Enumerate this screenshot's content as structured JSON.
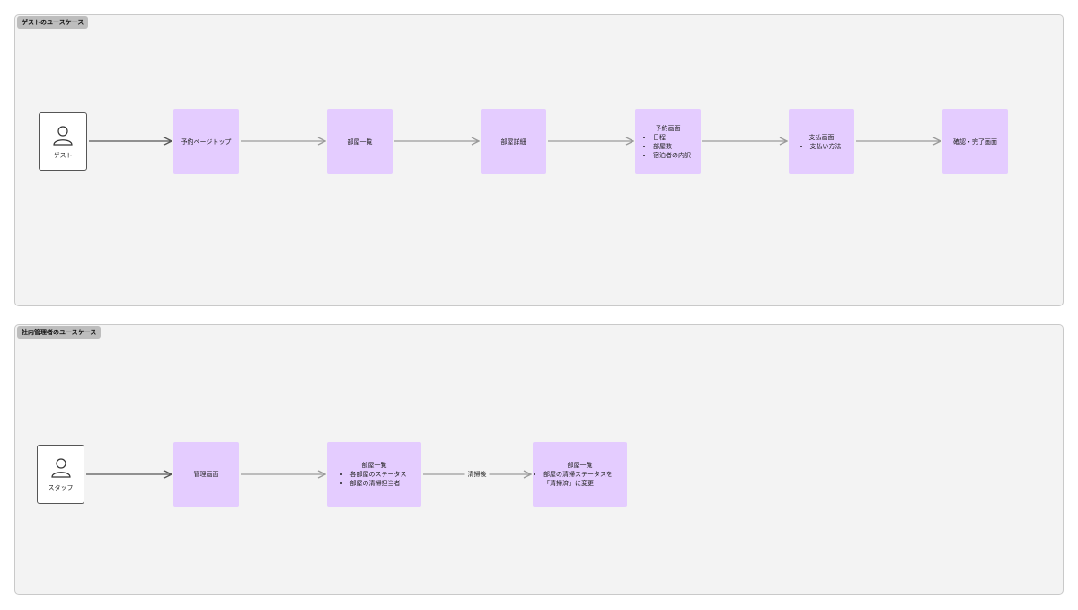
{
  "guest_section": {
    "label": "ゲストのユースケース",
    "actor": {
      "label": "ゲスト",
      "icon": "user-icon"
    },
    "steps": [
      {
        "title": "予約ページトップ",
        "bullets": []
      },
      {
        "title": "部屋一覧",
        "bullets": []
      },
      {
        "title": "部屋詳細",
        "bullets": []
      },
      {
        "title": "予約画面",
        "bullets": [
          "日程",
          "部屋数",
          "宿泊者の内訳"
        ]
      },
      {
        "title": "支払画面",
        "bullets": [
          "支払い方法"
        ]
      },
      {
        "title": "確認・完了画面",
        "bullets": []
      }
    ]
  },
  "admin_section": {
    "label": "社内管理者のユースケース",
    "actor": {
      "label": "スタッフ",
      "icon": "user-icon"
    },
    "steps": [
      {
        "title": "管理画面",
        "bullets": []
      },
      {
        "title": "部屋一覧",
        "bullets": [
          "各部屋のステータス",
          "部屋の清掃担当者"
        ]
      },
      {
        "title": "部屋一覧",
        "bullets": [
          "部屋の清掃ステータスを「清掃済」に変更"
        ]
      }
    ],
    "edge_label": "清掃後"
  },
  "colors": {
    "card": "#e4ccff",
    "section_bg": "#f3f3f3",
    "arrow": "#9a9a9a",
    "actor_arrow": "#555555"
  }
}
